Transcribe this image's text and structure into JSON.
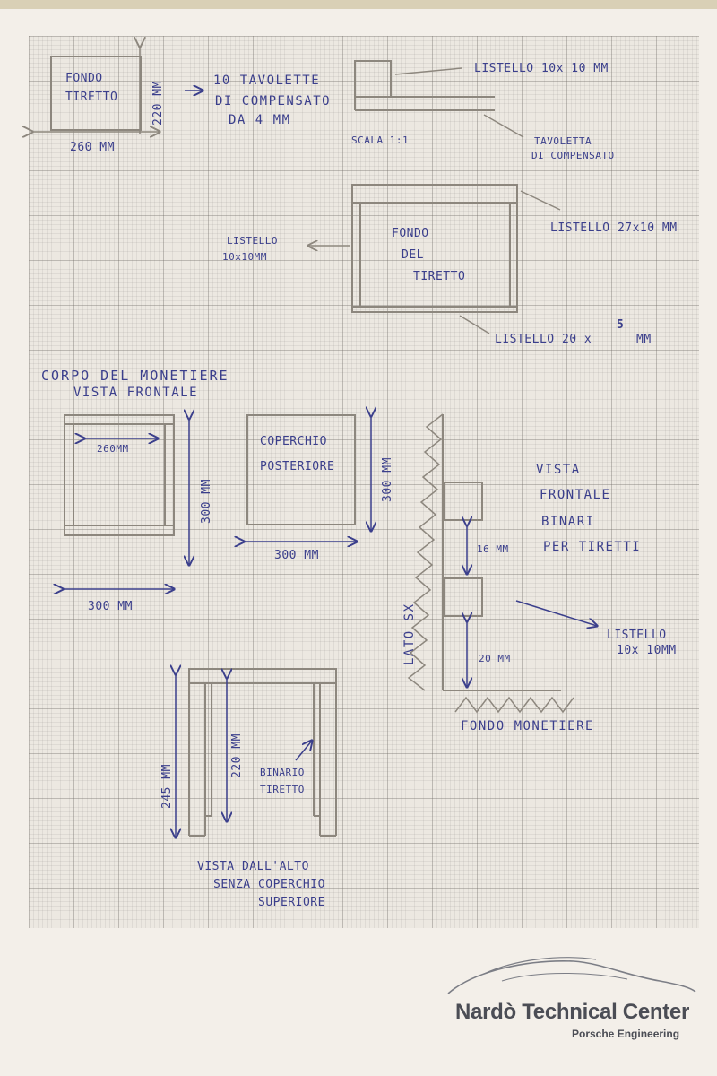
{
  "top": {
    "fondo_label": [
      "FONDO",
      "TIRETTO"
    ],
    "dim_width": "260 MM",
    "dim_height": "220 MM",
    "tavolette_note": [
      "10 TAVOLETTE",
      "DI COMPENSATO",
      "DA 4 MM"
    ],
    "listello_top": "LISTELLO 10x 10 MM",
    "scala": "SCALA 1:1",
    "tavoletta_label": [
      "TAVOLETTA",
      "DI COMPENSATO"
    ]
  },
  "drawer": {
    "label": [
      "FONDO",
      "DEL",
      "TIRETTO"
    ],
    "listello_left": [
      "LISTELLO",
      "10x10MM"
    ],
    "listello_right": "LISTELLO 27x10 MM",
    "listello_bottom_pre": "LISTELLO 20 x",
    "listello_bottom_num": "5",
    "listello_bottom_post": "MM"
  },
  "body_front": {
    "title": [
      "CORPO DEL MONETIERE",
      "VISTA FRONTALE"
    ],
    "inner_dim": "260MM",
    "height_dim": "300 MM",
    "width_dim": "300 MM"
  },
  "back_cover": {
    "label": [
      "COPERCHIO",
      "POSTERIORE"
    ],
    "height_dim": "300 MM",
    "width_dim": "300 MM"
  },
  "rails": {
    "title": [
      "VISTA",
      "FRONTALE",
      "BINARI",
      "PER TIRETTI"
    ],
    "gap": "16 MM",
    "bottom_gap": "20 MM",
    "lato": "LATO SX",
    "listello": [
      "LISTELLO",
      "10x 10MM"
    ],
    "fondo": "FONDO MONETIERE"
  },
  "top_view": {
    "outer_dim": "245 MM",
    "inner_dim": "220 MM",
    "binario": [
      "BINARIO",
      "TIRETTO"
    ],
    "caption": [
      "VISTA DALL'ALTO",
      "SENZA COPERCHIO",
      "SUPERIORE"
    ]
  },
  "logo": {
    "title": "Nardò Technical Center",
    "subtitle": "Porsche Engineering"
  },
  "colors": {
    "ink": "#3b3f8c",
    "pencil": "#8d877e",
    "logo": "#4b4d55"
  }
}
